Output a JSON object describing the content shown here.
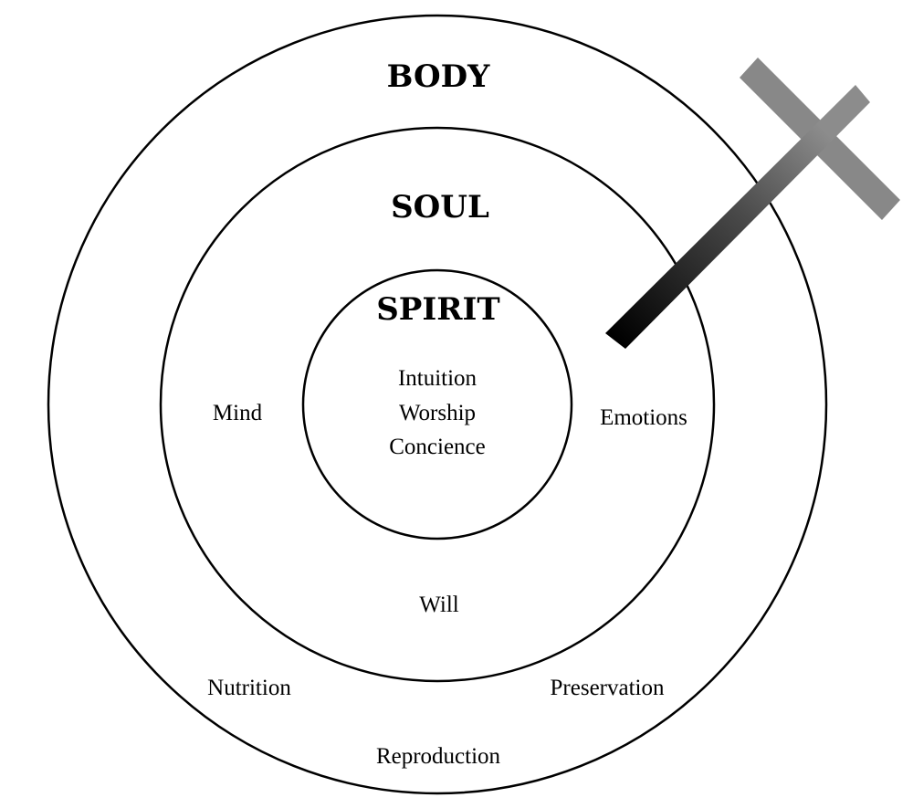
{
  "diagram": {
    "body": {
      "title": "BODY",
      "items": [
        "Nutrition",
        "Preservation",
        "Reproduction"
      ]
    },
    "soul": {
      "title": "SOUL",
      "items": [
        "Mind",
        "Emotions",
        "Will"
      ]
    },
    "spirit": {
      "title": "SPIRIT",
      "items": [
        "Intuition",
        "Worship",
        "Concience"
      ]
    },
    "symbol": {
      "icon": "cross-icon",
      "colors": {
        "dark": "#000000",
        "mid": "#4a4a4a",
        "light": "#8c8c8c"
      }
    }
  }
}
